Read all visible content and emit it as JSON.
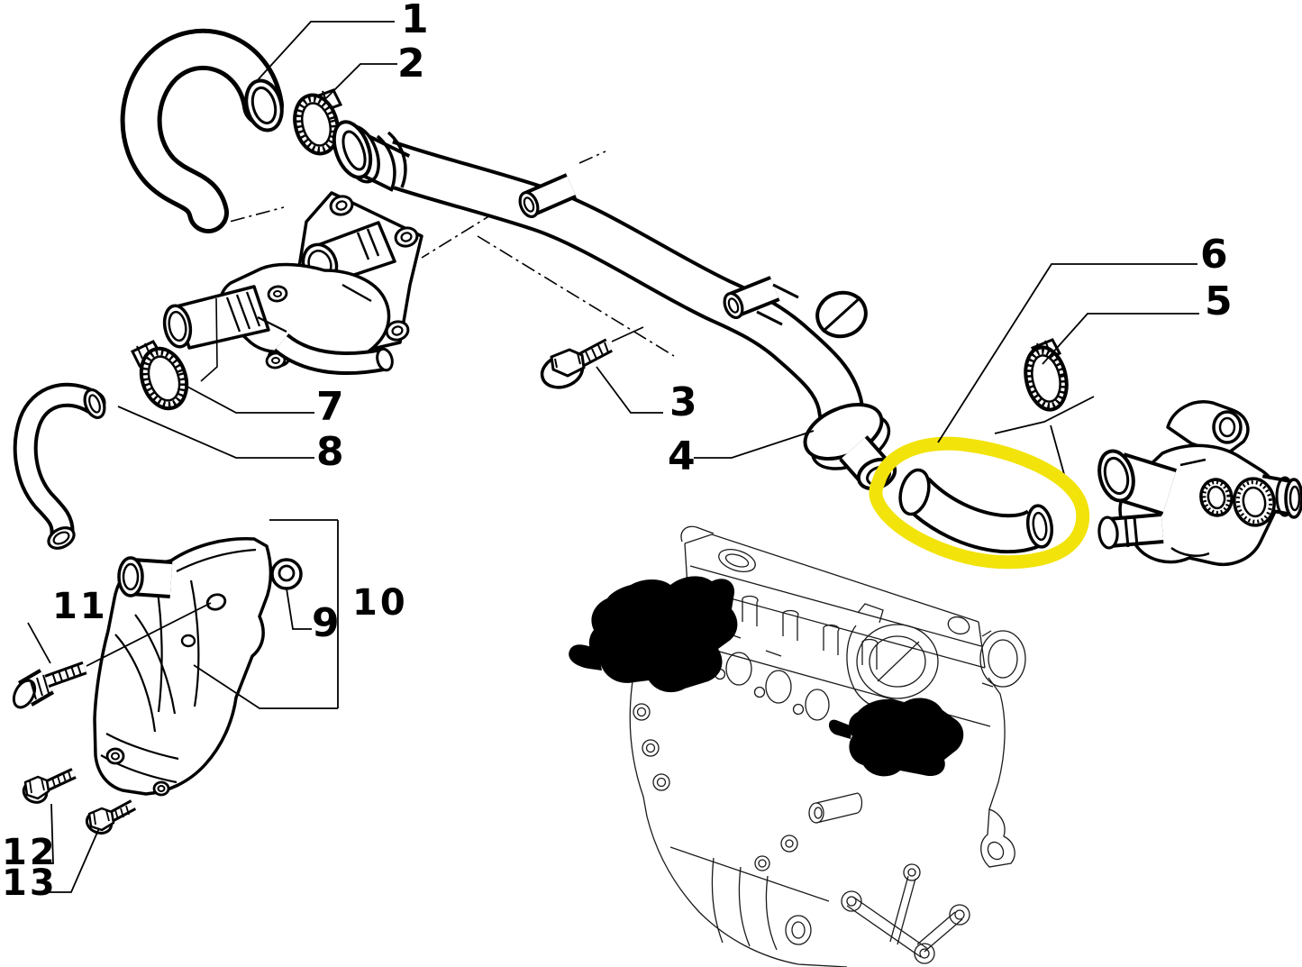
{
  "figure": {
    "type": "exploded-parts-diagram",
    "background_color": "#ffffff",
    "line_color": "#000000",
    "highlight_color": "#f2e30a",
    "highlighted_part_label": "6",
    "parts": [
      {
        "label": "1"
      },
      {
        "label": "2"
      },
      {
        "label": "3"
      },
      {
        "label": "4"
      },
      {
        "label": "5"
      },
      {
        "label": "6"
      },
      {
        "label": "7"
      },
      {
        "label": "8"
      },
      {
        "label": "9"
      },
      {
        "label": "10"
      },
      {
        "label": "11"
      },
      {
        "label": "12"
      },
      {
        "label": "13"
      }
    ]
  }
}
